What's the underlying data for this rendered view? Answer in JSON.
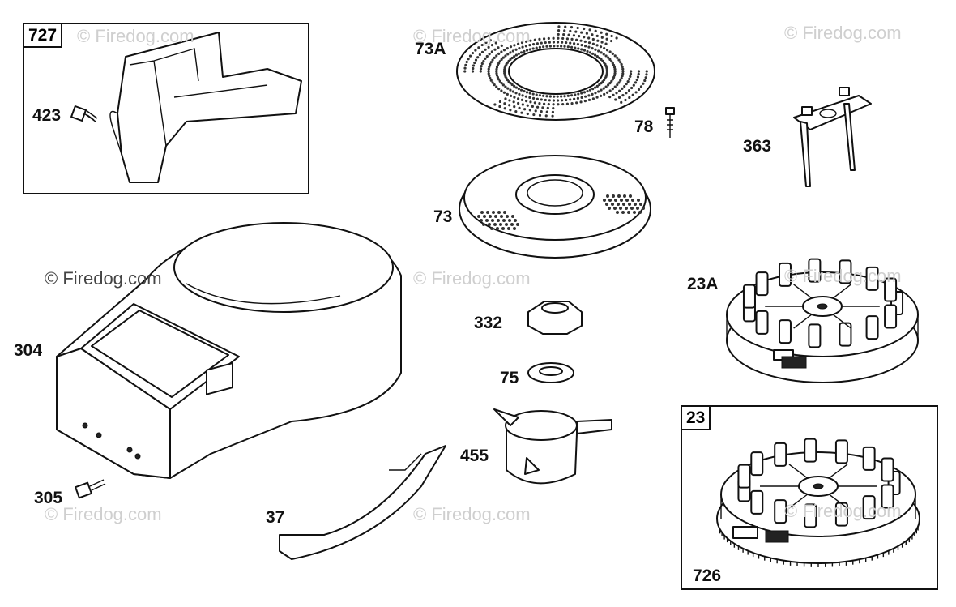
{
  "watermark": "© Firedog.com",
  "callouts": {
    "b727": "727",
    "p423": "423",
    "p73A": "73A",
    "p78": "78",
    "p363": "363",
    "p73": "73",
    "p23A": "23A",
    "p304": "304",
    "p332": "332",
    "p75": "75",
    "p455": "455",
    "b23": "23",
    "p305": "305",
    "p37": "37",
    "p726": "726"
  },
  "colors": {
    "line": "#111111",
    "watermark": "#cfcfcf",
    "background": "#ffffff"
  }
}
